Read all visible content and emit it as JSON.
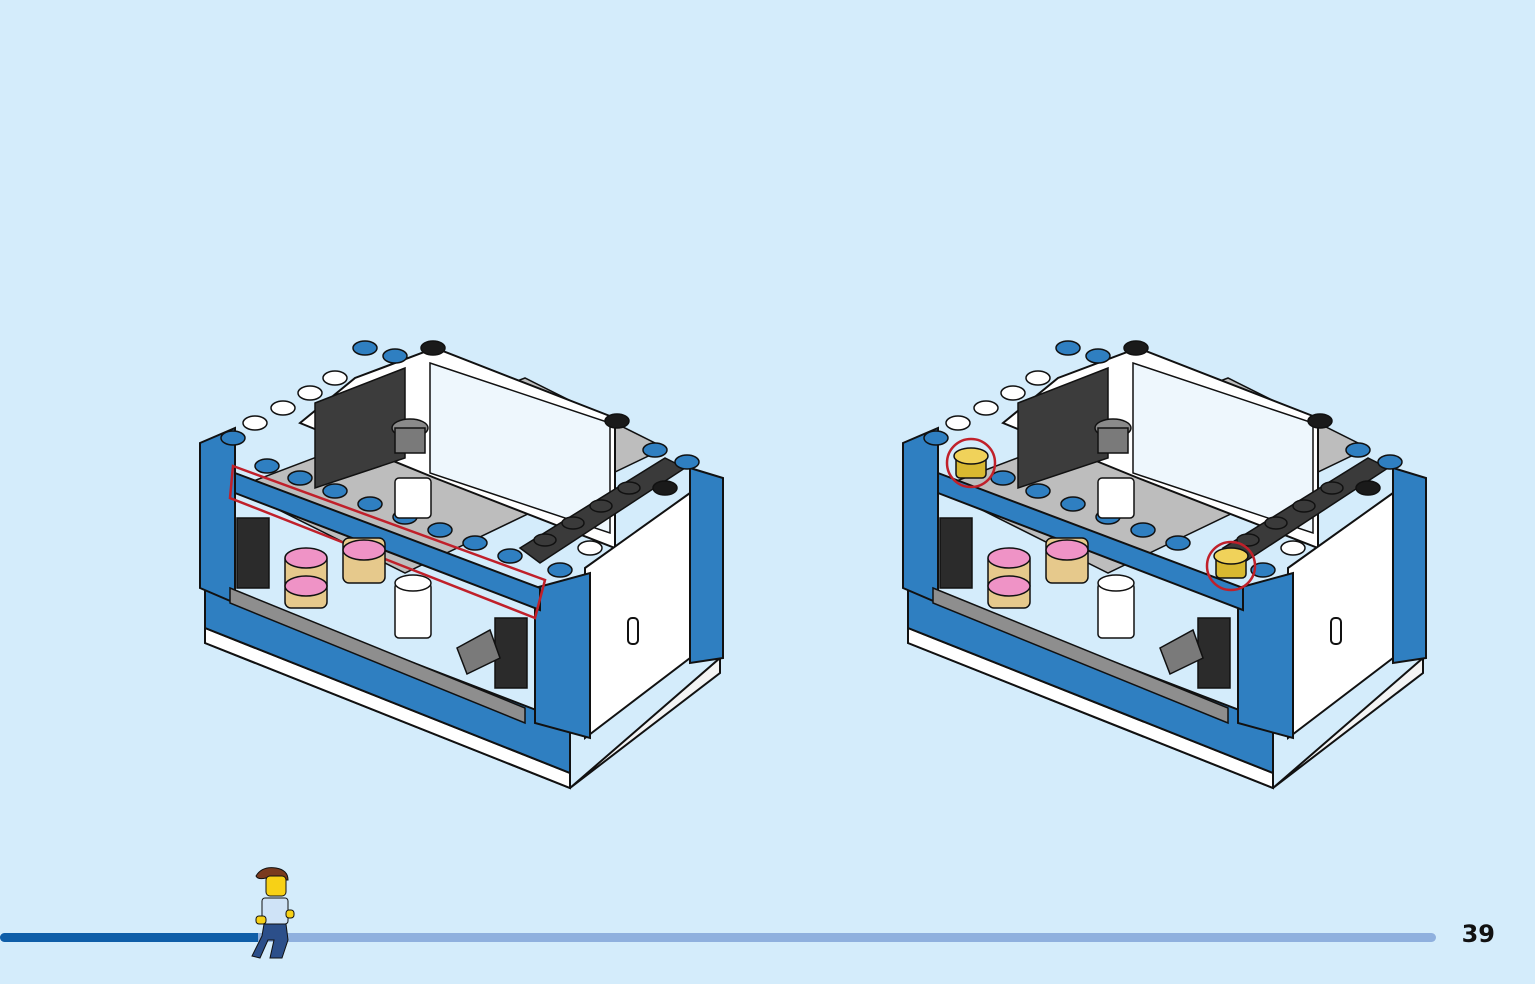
{
  "page": {
    "number": "39"
  },
  "progress": {
    "fraction": 0.18
  },
  "colors": {
    "background": "#d4ecfb",
    "brick_blue": "#2f7fc1",
    "brick_white": "#ffffff",
    "brick_gray": "#9a9a9a",
    "brick_dark": "#3a3a3a",
    "highlight": "#c0202a",
    "gold": "#d8b830",
    "donut_pink": "#ef93c6",
    "donut_base": "#e6c98c"
  },
  "steps": [
    {
      "id": "before",
      "callout": "blue-plate-outline",
      "icons": [
        "booth-model",
        "donut-icon",
        "coffee-cup-icon",
        "cash-register-icon"
      ]
    },
    {
      "id": "after",
      "callout": "gold-cone-rings",
      "icons": [
        "booth-model",
        "gold-cone-icon",
        "donut-icon",
        "coffee-cup-icon"
      ]
    }
  ],
  "figure": {
    "icon": "minifigure-runner-icon"
  }
}
